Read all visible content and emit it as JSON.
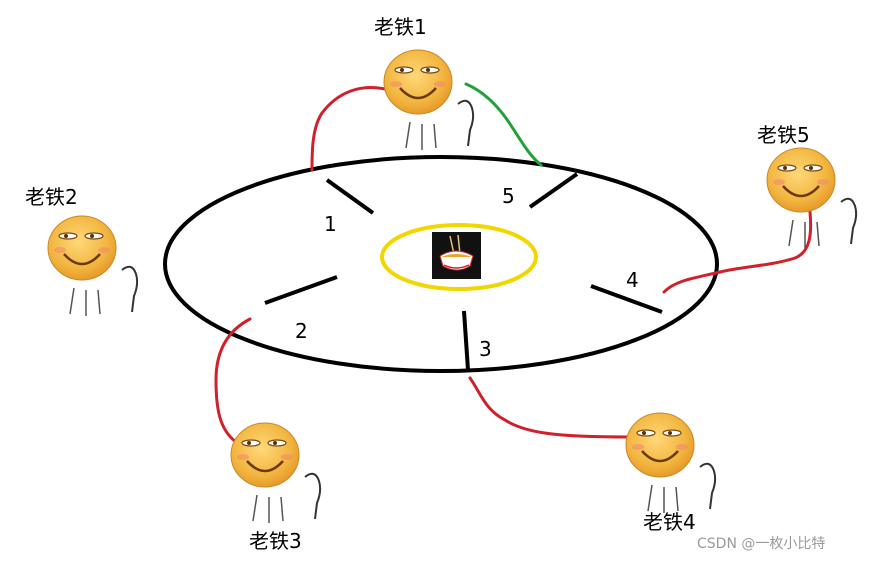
{
  "people": [
    {
      "name": "老铁1"
    },
    {
      "name": "老铁2"
    },
    {
      "name": "老铁3"
    },
    {
      "name": "老铁4"
    },
    {
      "name": "老铁5"
    }
  ],
  "chopsticks": [
    "1",
    "2",
    "3",
    "4",
    "5"
  ],
  "watermark": "CSDN @一枚小比特",
  "colors": {
    "table": "#000000",
    "bowl_ring": "#f2d600",
    "holding": "#d0202a",
    "reaching": "#22a03a",
    "face": "#f2b640",
    "watermark": "#9a9a9a"
  }
}
